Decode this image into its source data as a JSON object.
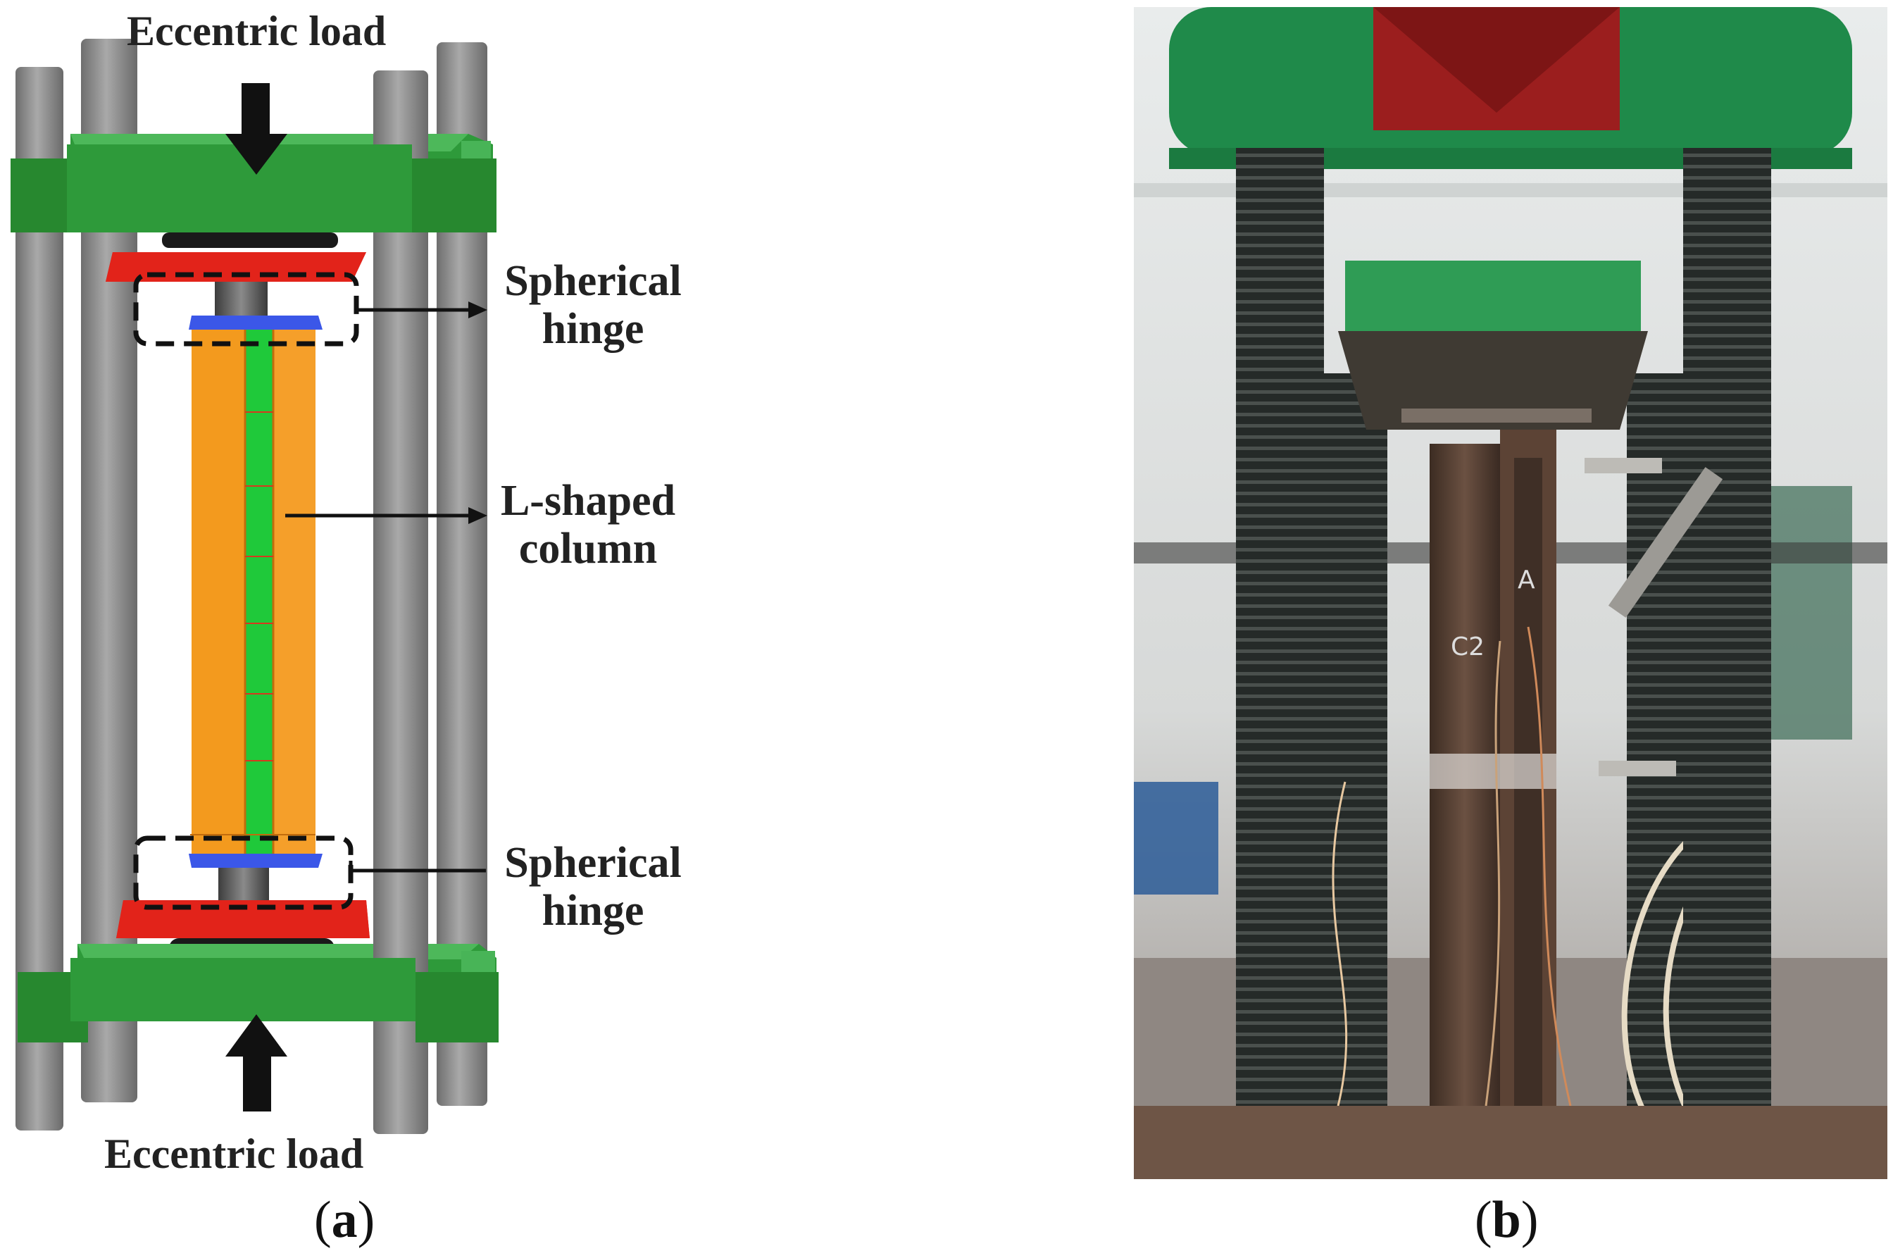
{
  "panel_a": {
    "top_load_label": "Eccentric load",
    "bottom_load_label": "Eccentric load",
    "callouts": {
      "top_hinge_line1": "Spherical",
      "top_hinge_line2": "hinge",
      "column_line1": "L-shaped",
      "column_line2": "column",
      "bottom_hinge_line1": "Spherical",
      "bottom_hinge_line2": "hinge"
    },
    "caption_open": "(",
    "caption_letter": "a",
    "caption_close": ")"
  },
  "panel_b": {
    "caption_open": "(",
    "caption_letter": "b",
    "caption_close": ")",
    "column_marks": [
      "C2",
      "A"
    ]
  },
  "colors": {
    "frame_green": "#2e9a3a",
    "column_orange": "#f39a1e",
    "web_green": "#1fc93a",
    "hinge_red": "#e2231a",
    "plate_blue": "#3b57e8",
    "rod_gray": "#8c8c8c",
    "press_green": "#1f8a4a",
    "press_red": "#9b1e1e"
  }
}
